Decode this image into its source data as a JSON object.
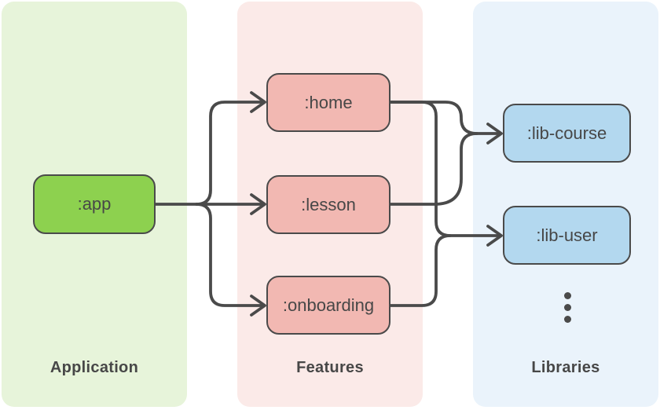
{
  "diagram": {
    "title": "module-boundaries-graph",
    "columns": [
      {
        "id": "application",
        "label": "Application",
        "panel_color": "#e7f4da"
      },
      {
        "id": "features",
        "label": "Features",
        "panel_color": "#fbeae8"
      },
      {
        "id": "libraries",
        "label": "Libraries",
        "panel_color": "#eaf3fb"
      }
    ],
    "nodes": {
      "app": {
        "label": ":app",
        "column": "application",
        "fill": "#8dd14f"
      },
      "home": {
        "label": ":home",
        "column": "features",
        "fill": "#f2b8b2"
      },
      "lesson": {
        "label": ":lesson",
        "column": "features",
        "fill": "#f2b8b2"
      },
      "onboarding": {
        "label": ":onboarding",
        "column": "features",
        "fill": "#f2b8b2"
      },
      "lib_course": {
        "label": ":lib-course",
        "column": "libraries",
        "fill": "#b3d8ef"
      },
      "lib_user": {
        "label": ":lib-user",
        "column": "libraries",
        "fill": "#b3d8ef"
      }
    },
    "edges": [
      {
        "from": ":app",
        "to": ":home"
      },
      {
        "from": ":app",
        "to": ":lesson"
      },
      {
        "from": ":app",
        "to": ":onboarding"
      },
      {
        "from": ":home",
        "to": ":lib-course"
      },
      {
        "from": ":home",
        "to": ":lib-user"
      },
      {
        "from": ":lesson",
        "to": ":lib-course"
      },
      {
        "from": ":onboarding",
        "to": ":lib-user"
      }
    ],
    "more_libraries_indicator": "vertical-ellipsis",
    "stroke_color": "#4a4a4a",
    "border_color": "#4a4a4a",
    "text_color": "#474747"
  }
}
